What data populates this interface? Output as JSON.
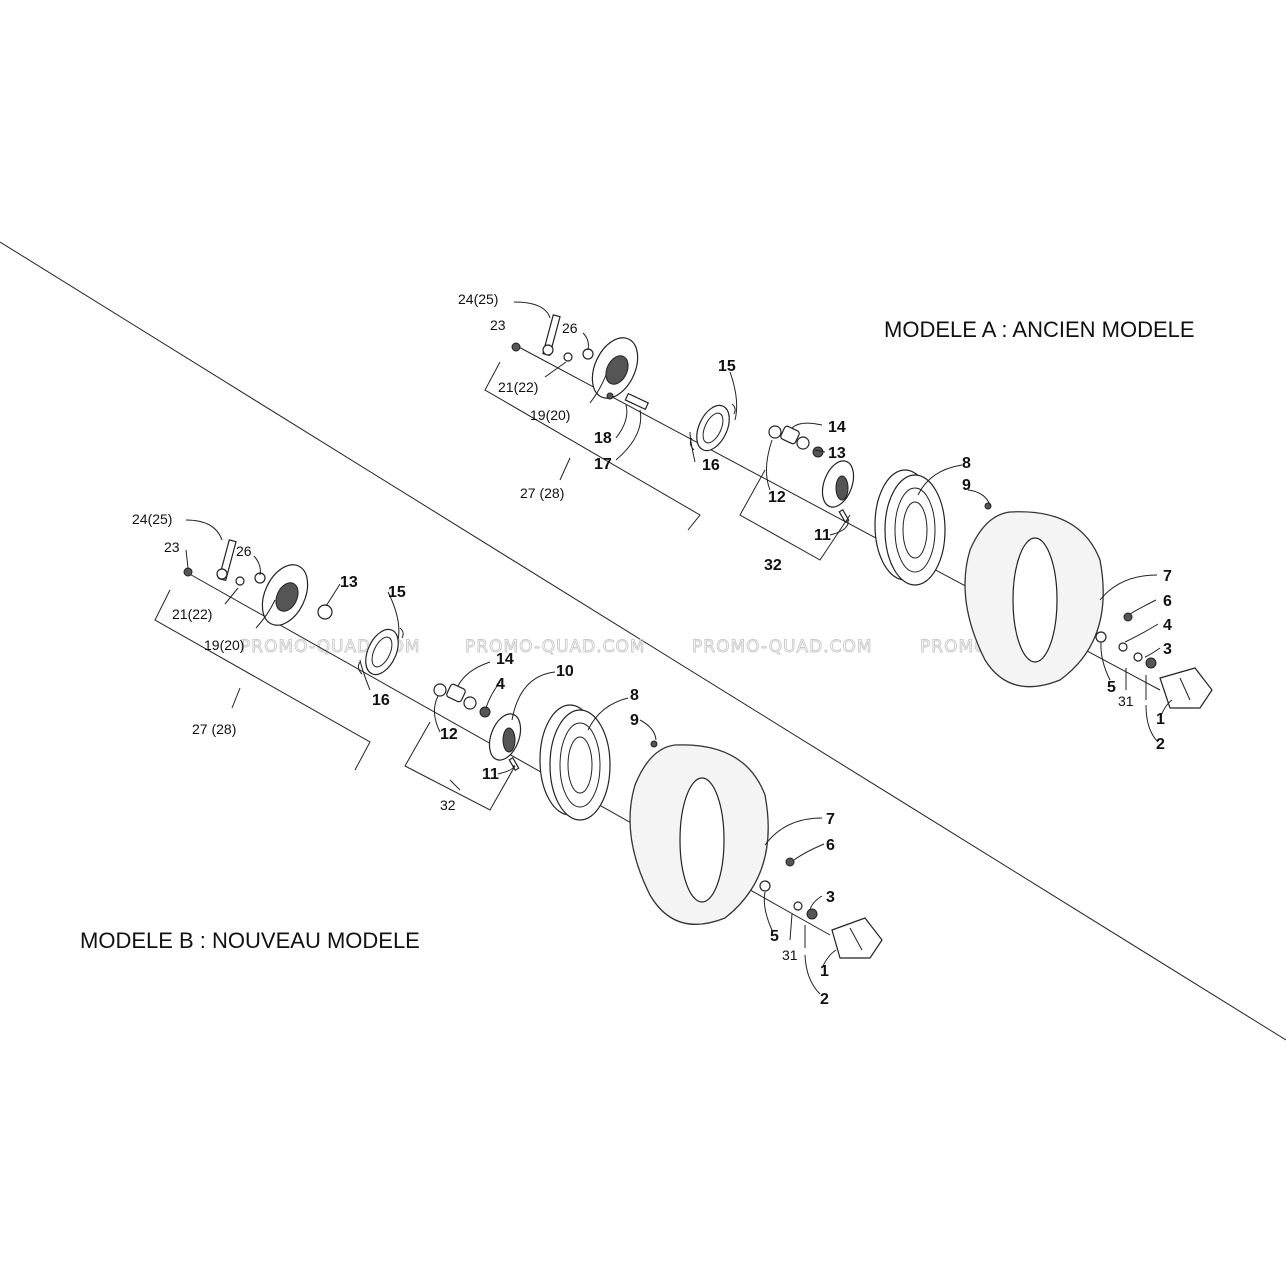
{
  "captions": {
    "model_a": "MODELE A : ANCIEN MODELE",
    "model_b": "MODELE B : NOUVEAU MODELE"
  },
  "watermarks": [
    "PROMO-QUAD.COM",
    "PROMO-QUAD.COM",
    "PROMO-QUAD.COM",
    "PROMO-QU"
  ],
  "callouts_a": {
    "c24_25": "24(25)",
    "c23": "23",
    "c26": "26",
    "c21_22": "21(22)",
    "c19_20": "19(20)",
    "c18": "18",
    "c17": "17",
    "c15": "15",
    "c16": "16",
    "c27_28": "27 (28)",
    "c14": "14",
    "c13": "13",
    "c12": "12",
    "c11": "11",
    "c32": "32",
    "c8": "8",
    "c9": "9",
    "c7": "7",
    "c6": "6",
    "c4": "4",
    "c3": "3",
    "c5": "5",
    "c31": "31",
    "c1": "1",
    "c2": "2"
  },
  "callouts_b": {
    "c24_25": "24(25)",
    "c23": "23",
    "c26": "26",
    "c21_22": "21(22)",
    "c19_20": "19(20)",
    "c13": "13",
    "c15": "15",
    "c16": "16",
    "c27_28": "27 (28)",
    "c14": "14",
    "c4": "4",
    "c10": "10",
    "c12": "12",
    "c11": "11",
    "c32": "32",
    "c8": "8",
    "c9": "9",
    "c7": "7",
    "c6": "6",
    "c3": "3",
    "c5": "5",
    "c31": "31",
    "c1": "1",
    "c2": "2"
  }
}
